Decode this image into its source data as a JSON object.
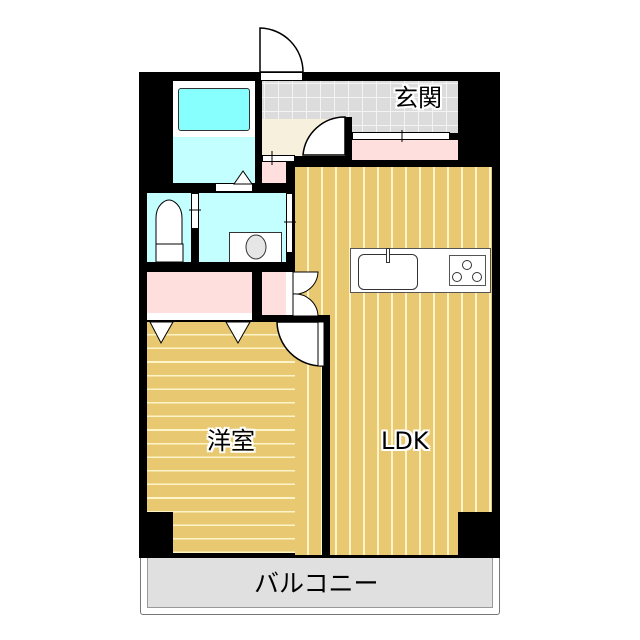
{
  "floorplan": {
    "rooms": {
      "entrance": {
        "label": "玄関"
      },
      "western_room": {
        "label": "洋室"
      },
      "ldk": {
        "label": "LDK"
      },
      "balcony": {
        "label": "バルコニー"
      }
    },
    "fixtures": [
      "bathtub-icon",
      "toilet-icon",
      "washbasin-icon",
      "kitchen-sink-icon",
      "stove-icon",
      "closet",
      "shoe-cabinet"
    ],
    "colors": {
      "wall": "#000000",
      "wet_area": "#c4ffff",
      "bathtub": "#88ffff",
      "storage": "#ffdede",
      "floor_wood": "#e8c870",
      "floor_stripe": "#fff3c8",
      "entrance_tile": "#dcdcdc",
      "hallway": "#f7f0dc",
      "balcony": "#e0e0e0"
    }
  }
}
